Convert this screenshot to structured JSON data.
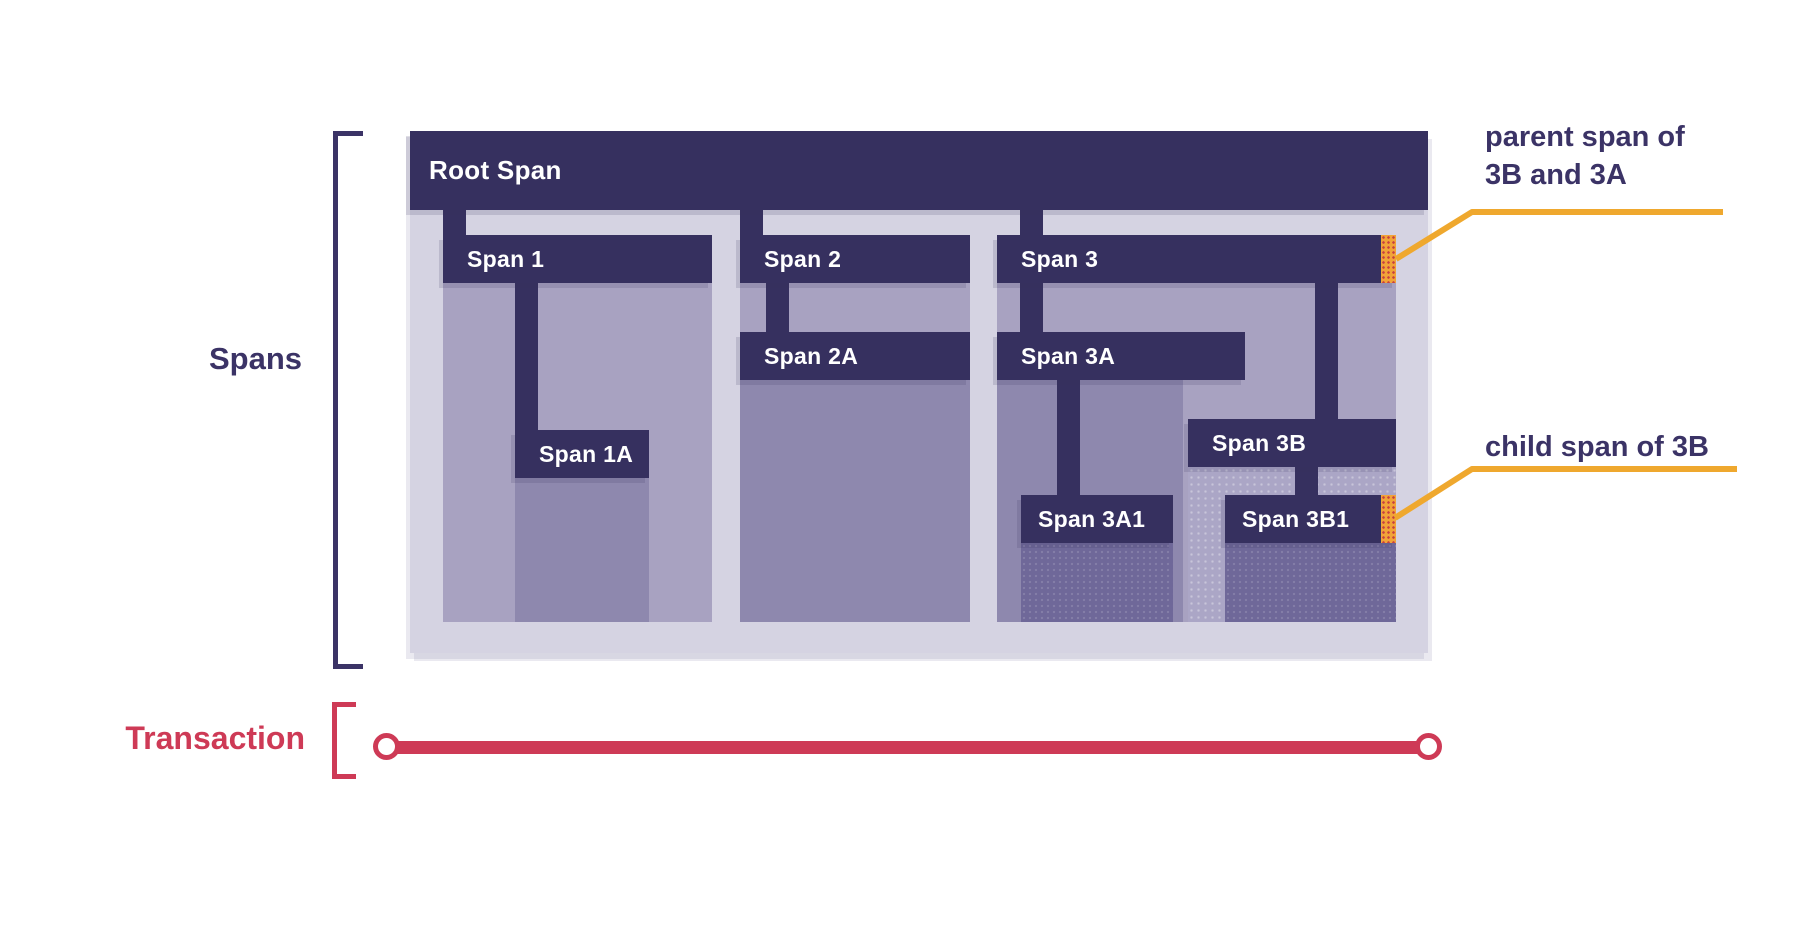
{
  "labels": {
    "spans": "Spans",
    "transaction": "Transaction"
  },
  "bars": {
    "root": "Root Span",
    "s1": "Span 1",
    "s1a": "Span 1A",
    "s2": "Span 2",
    "s2a": "Span 2A",
    "s3": "Span 3",
    "s3a": "Span 3A",
    "s3a1": "Span 3A1",
    "s3b": "Span 3B",
    "s3b1": "Span 3B1"
  },
  "annotations": {
    "parent": {
      "line1": "parent span of",
      "line2": "3B and 3A"
    },
    "child": {
      "text": "child span of 3B"
    }
  },
  "colors": {
    "dark": "#36305F",
    "panel": "#D5D3E2",
    "medium": "#A8A2C1",
    "medium-dark": "#8E88AE",
    "medium-light": "#ABA6C6",
    "deep": "#6F6899",
    "orange": "#EFA82E",
    "marker-orange": "#F2A438",
    "marker-dot": "#C74040",
    "red": "#CE3A56",
    "label-text": "#3B3366",
    "bar-text": "#FFFFFF"
  }
}
